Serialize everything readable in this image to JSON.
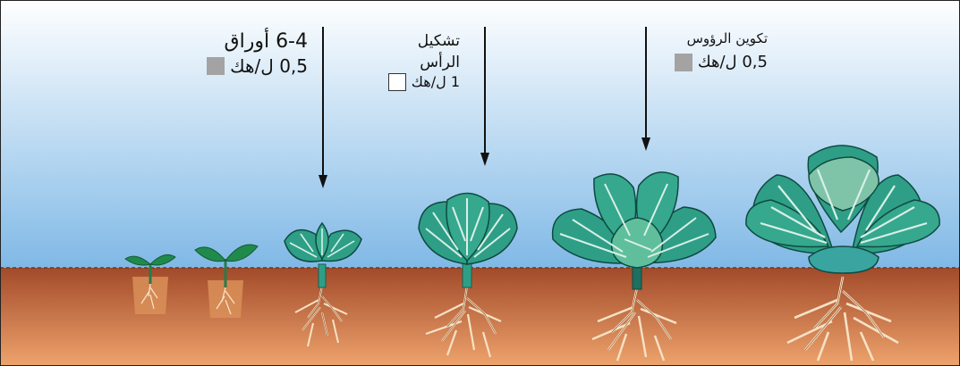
{
  "stages": [
    {
      "id": "leaves",
      "line1": "6-4 أوراق",
      "line2": "",
      "rate": "0,5 ل/هك",
      "swatch": "gray"
    },
    {
      "id": "head-formation",
      "line1": "تشكيل",
      "line2": "الرأس",
      "rate": "1 ل/هك",
      "swatch": "white"
    },
    {
      "id": "heads-development",
      "line1": "تكوين الرؤوس",
      "line2": "",
      "rate": "0,5 ل/هك",
      "swatch": "gray"
    }
  ],
  "colors": {
    "sky_top": "#ffffff",
    "sky_bottom": "#7fb8e6",
    "soil_top": "#a24a2a",
    "soil_bottom": "#eea36c",
    "leaf": "#2e9f86",
    "leaf_light": "#d9efe8",
    "root": "#f6e2c4",
    "pot": "#d98f58",
    "swatch_gray": "#a3a3a3",
    "arrow": "#111111"
  }
}
